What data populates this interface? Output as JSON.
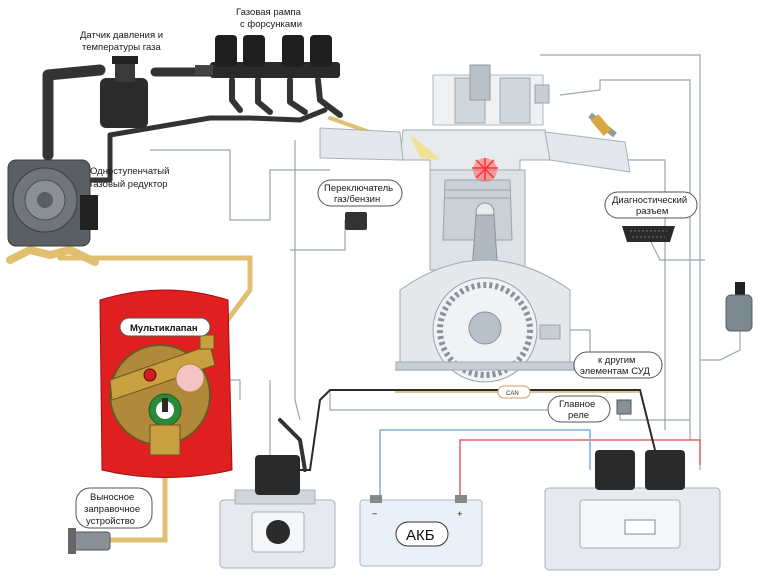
{
  "labels": {
    "pressure_sensor_line1": "Датчик давления и",
    "pressure_sensor_line2": "температуры газа",
    "gas_rail_line1": "Газовая рампа",
    "gas_rail_line2": "с форсунками",
    "reducer_line1": "Одноступенчатый",
    "reducer_line2": "газовый редуктор",
    "switch_line1": "Переключатель",
    "switch_line2": "газ/бензин",
    "diag_line1": "Диагностический",
    "diag_line2": "разъем",
    "multivalve": "Мультиклапан",
    "other_line1": "к другим",
    "other_line2": "элементам СУД",
    "can": "CAN",
    "relay_line1": "Главное",
    "relay_line2": "реле",
    "filler_line1": "Выносное",
    "filler_line2": "заправочное",
    "filler_line3": "устройство",
    "battery": "АКБ",
    "battery_minus": "−",
    "battery_plus": "+"
  },
  "colors": {
    "pipe": "#3a3a3a",
    "gas_line": "#e0c070",
    "multivalve_body": "#e02020",
    "engine_block": "#e8ebee",
    "wire_thin": "#9aa6ae",
    "wire_red": "#e06060",
    "wire_blue": "#7ab0d8"
  }
}
